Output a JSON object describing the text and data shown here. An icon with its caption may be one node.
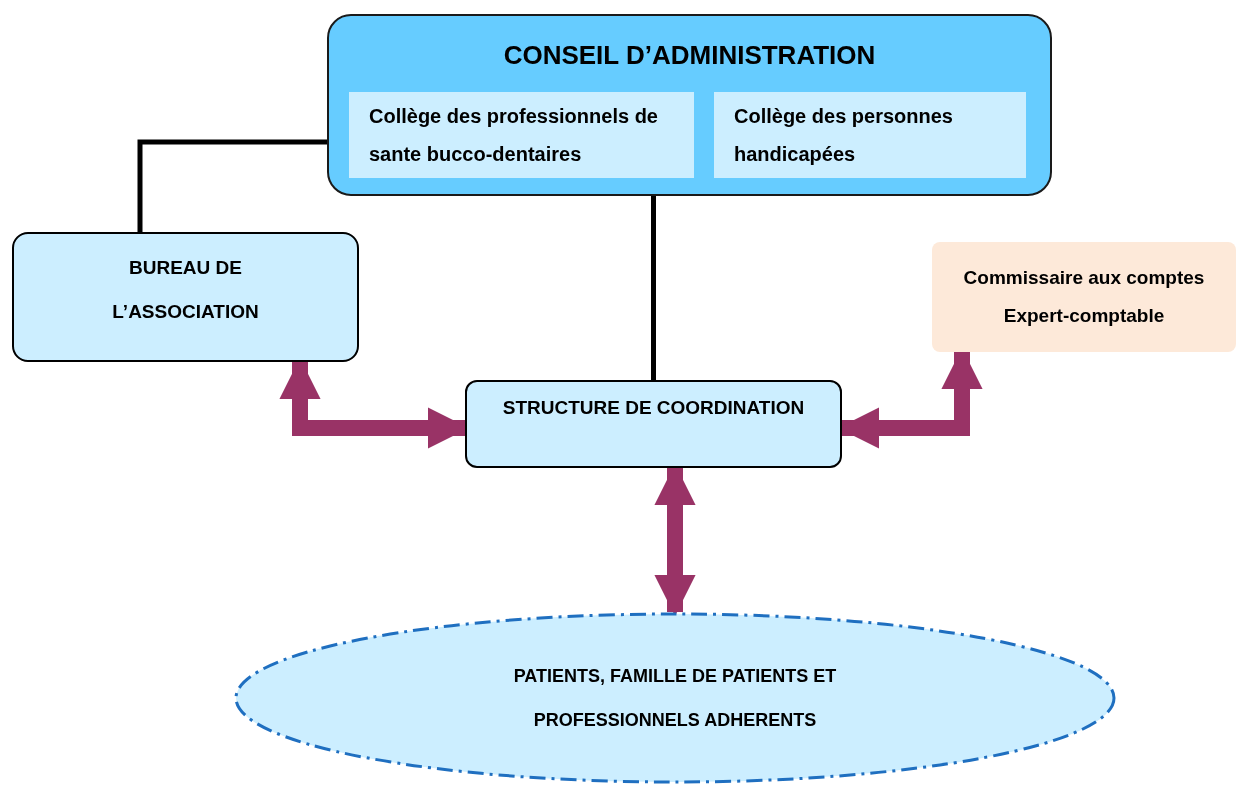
{
  "diagram": {
    "nodes": [
      {
        "text": [
          "CONSEIL D’ADMINISTRATION"
        ]
      },
      {
        "text": [
          "Collège des professionnels de sante bucco-dentaires"
        ],
        "in": 0
      },
      {
        "text": [
          "Collège des personnes handicapées"
        ],
        "in": 0
      },
      {
        "text": [
          "BUREAU DE L’ASSOCIATION"
        ]
      },
      {
        "text": [
          "Commissaire aux comptes",
          "Expert-comptable"
        ]
      },
      {
        "text": [
          "STRUCTURE DE COORDINATION"
        ]
      },
      {
        "text": [
          "PATIENTS, FAMILLE DE PATIENTS ET PROFESSIONNELS ADHERENTS"
        ]
      }
    ],
    "edges": [
      {
        "from": 0,
        "to": 3,
        "arrow": "none",
        "color": "#000000"
      },
      {
        "from": 0,
        "to": 5,
        "arrow": "none",
        "color": "#000000"
      },
      {
        "from": 3,
        "to": 5,
        "arrow": "both",
        "color": "#993366"
      },
      {
        "from": 4,
        "to": 5,
        "arrow": "both",
        "color": "#993366"
      },
      {
        "from": 5,
        "to": 6,
        "arrow": "both",
        "color": "#993366"
      }
    ]
  }
}
